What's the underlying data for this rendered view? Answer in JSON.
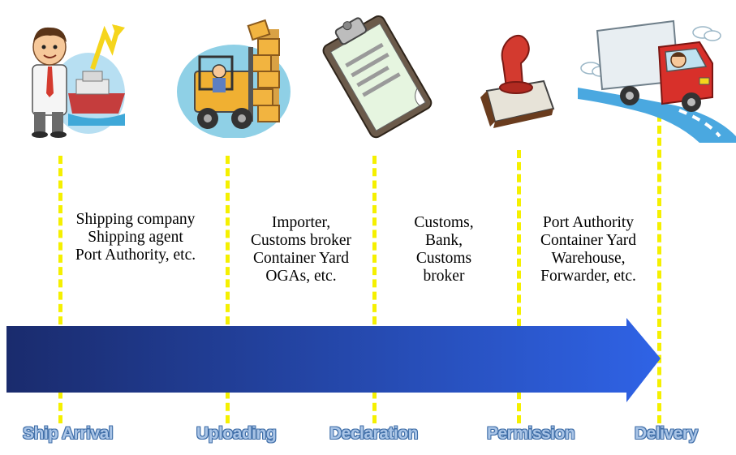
{
  "colors": {
    "arrow_start": "#1a2b6d",
    "arrow_end": "#2f63e6",
    "dash": "#f5f000",
    "label_fill": "#a9c4e6",
    "label_outline": "#3f6ea8"
  },
  "stakeholders": [
    {
      "lines": [
        "Shipping company",
        "Shipping agent",
        "Port Authority, etc."
      ]
    },
    {
      "lines": [
        "Importer,",
        "Customs broker",
        "Container Yard",
        "OGAs, etc."
      ]
    },
    {
      "lines": [
        "Customs,",
        "Bank,",
        "Customs",
        "broker"
      ]
    },
    {
      "lines": [
        "Port Authority",
        "Container Yard",
        "Warehouse,",
        "Forwarder, etc."
      ]
    }
  ],
  "stages": [
    {
      "label": "Ship Arrival",
      "icon": "businessman-ship-icon"
    },
    {
      "label": "Uploading",
      "icon": "forklift-icon"
    },
    {
      "label": "Declaration",
      "icon": "clipboard-icon"
    },
    {
      "label": "Permission",
      "icon": "rubber-stamp-icon"
    },
    {
      "label": "Delivery",
      "icon": "delivery-truck-icon"
    }
  ]
}
